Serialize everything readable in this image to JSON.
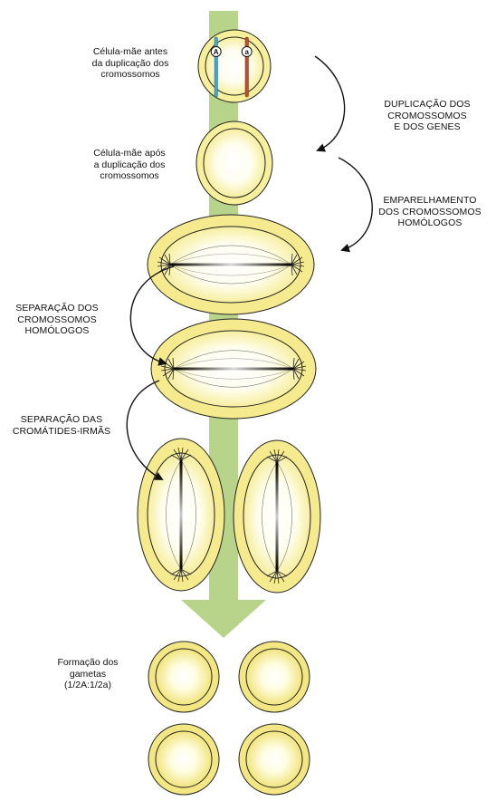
{
  "labels": {
    "mother_before": [
      "Célula-mãe antes",
      "da duplicação dos",
      "cromossomos"
    ],
    "mother_after": [
      "Célula-mãe após",
      "a duplicação dos",
      "cromossomos"
    ],
    "duplication": [
      "DUPLICAÇÃO DOS",
      "CROMOSSOMOS",
      "E DOS GENES"
    ],
    "pairing": [
      "EMPARELHAMENTO",
      "DOS CROMOSSOMOS",
      "HOMÓLOGOS"
    ],
    "homolog_separation": [
      "SEPARAÇÃO DOS",
      "CROMOSSOMOS",
      "HOMÓLOGOS"
    ],
    "sister_separation": [
      "SEPARAÇÃO DAS",
      "CROMÁTIDES-IRMÃS"
    ],
    "gametes": [
      "Formação dos",
      "gametas",
      "(1/2A:1/2a)"
    ]
  },
  "alleles": {
    "dominant": "A",
    "recessive": "a"
  },
  "colors": {
    "arrow_green": "#b8d48a",
    "cell_fill": "#f7ef9a",
    "cell_outline": "#222222",
    "chromosome_dominant": "#3fa7d6",
    "chromosome_recessive": "#c94a2a"
  }
}
